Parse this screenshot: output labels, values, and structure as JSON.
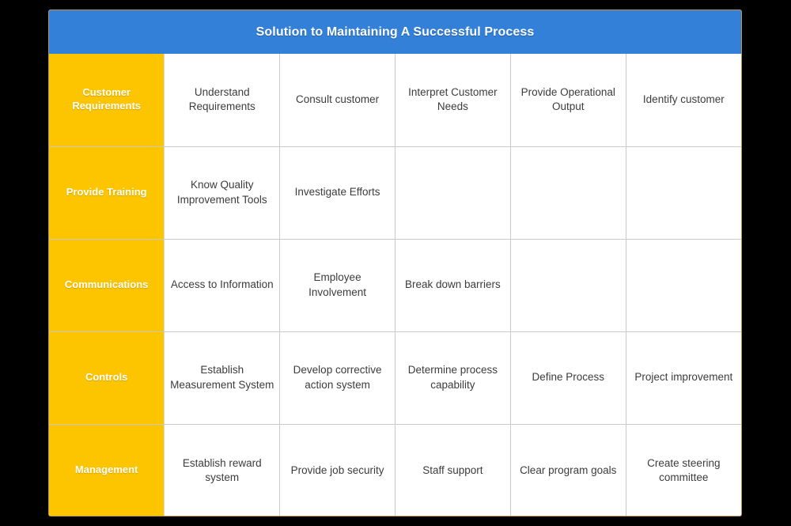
{
  "page": {
    "background_color": "#000000",
    "card_background": "#ffffff",
    "card_border_color": "#b9945a"
  },
  "header": {
    "title": "Solution to Maintaining A Successful Process",
    "background_color": "#3380d9",
    "text_color": "#ffffff"
  },
  "matrix": {
    "category_column_color": "#fdc500",
    "category_text_color": "#ffffff",
    "cell_text_color": "#3c3c3c",
    "grid_line_color": "#c9c9c9",
    "column_count": 6,
    "row_count": 5,
    "rows": [
      {
        "category": "Customer Requirements",
        "cells": [
          "Understand Requirements",
          "Consult customer",
          "Interpret Customer Needs",
          "Provide Operational Output",
          "Identify customer"
        ]
      },
      {
        "category": "Provide Training",
        "cells": [
          "Know Quality Improvement Tools",
          "Investigate Efforts",
          "",
          "",
          ""
        ]
      },
      {
        "category": "Communications",
        "cells": [
          "Access to Information",
          "Employee Involvement",
          "Break down barriers",
          "",
          ""
        ]
      },
      {
        "category": "Controls",
        "cells": [
          "Establish Measurement System",
          "Develop corrective action system",
          "Determine process capability",
          "Define Process",
          "Project improvement"
        ]
      },
      {
        "category": "Management",
        "cells": [
          "Establish reward system",
          "Provide job security",
          "Staff support",
          "Clear program goals",
          "Create steering committee"
        ]
      }
    ]
  }
}
